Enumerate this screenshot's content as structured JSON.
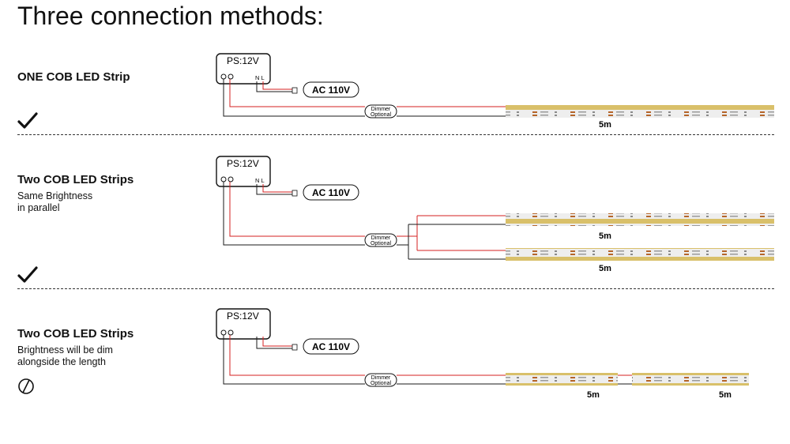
{
  "title": "Three connection methods:",
  "colors": {
    "live_wire": "#d42020",
    "neutral_wire": "#1a1a1a",
    "cob_fill": "#d9c06a",
    "cob_edge": "#c9c9c9",
    "resistor": "#b5652a"
  },
  "sections": [
    {
      "title": "ONE COB LED Strip",
      "note_lines": [],
      "status": "check-icon",
      "psu_label": "PS:12V",
      "psu_terminals": "N L",
      "ac_label": "AC 110V",
      "dimmer_line1": "Dimmer",
      "dimmer_line2": "Optional",
      "lengths": [
        "5m"
      ]
    },
    {
      "title": "Two COB  LED Strips",
      "note_lines": [
        "Same Brightness",
        "in parallel"
      ],
      "status": "check-icon",
      "psu_label": "PS:12V",
      "psu_terminals": "N L",
      "ac_label": "AC 110V",
      "dimmer_line1": "Dimmer",
      "dimmer_line2": "Optional",
      "lengths": [
        "5m",
        "5m"
      ]
    },
    {
      "title": "Two COB  LED Strips",
      "note_lines": [
        "Brightness will be dim",
        "alongside the length"
      ],
      "status": "not-recommended-icon",
      "psu_label": "PS:12V",
      "psu_terminals": "",
      "ac_label": "AC 110V",
      "dimmer_line1": "Dimmer",
      "dimmer_line2": "Optional",
      "lengths": [
        "5m",
        "5m"
      ]
    }
  ]
}
